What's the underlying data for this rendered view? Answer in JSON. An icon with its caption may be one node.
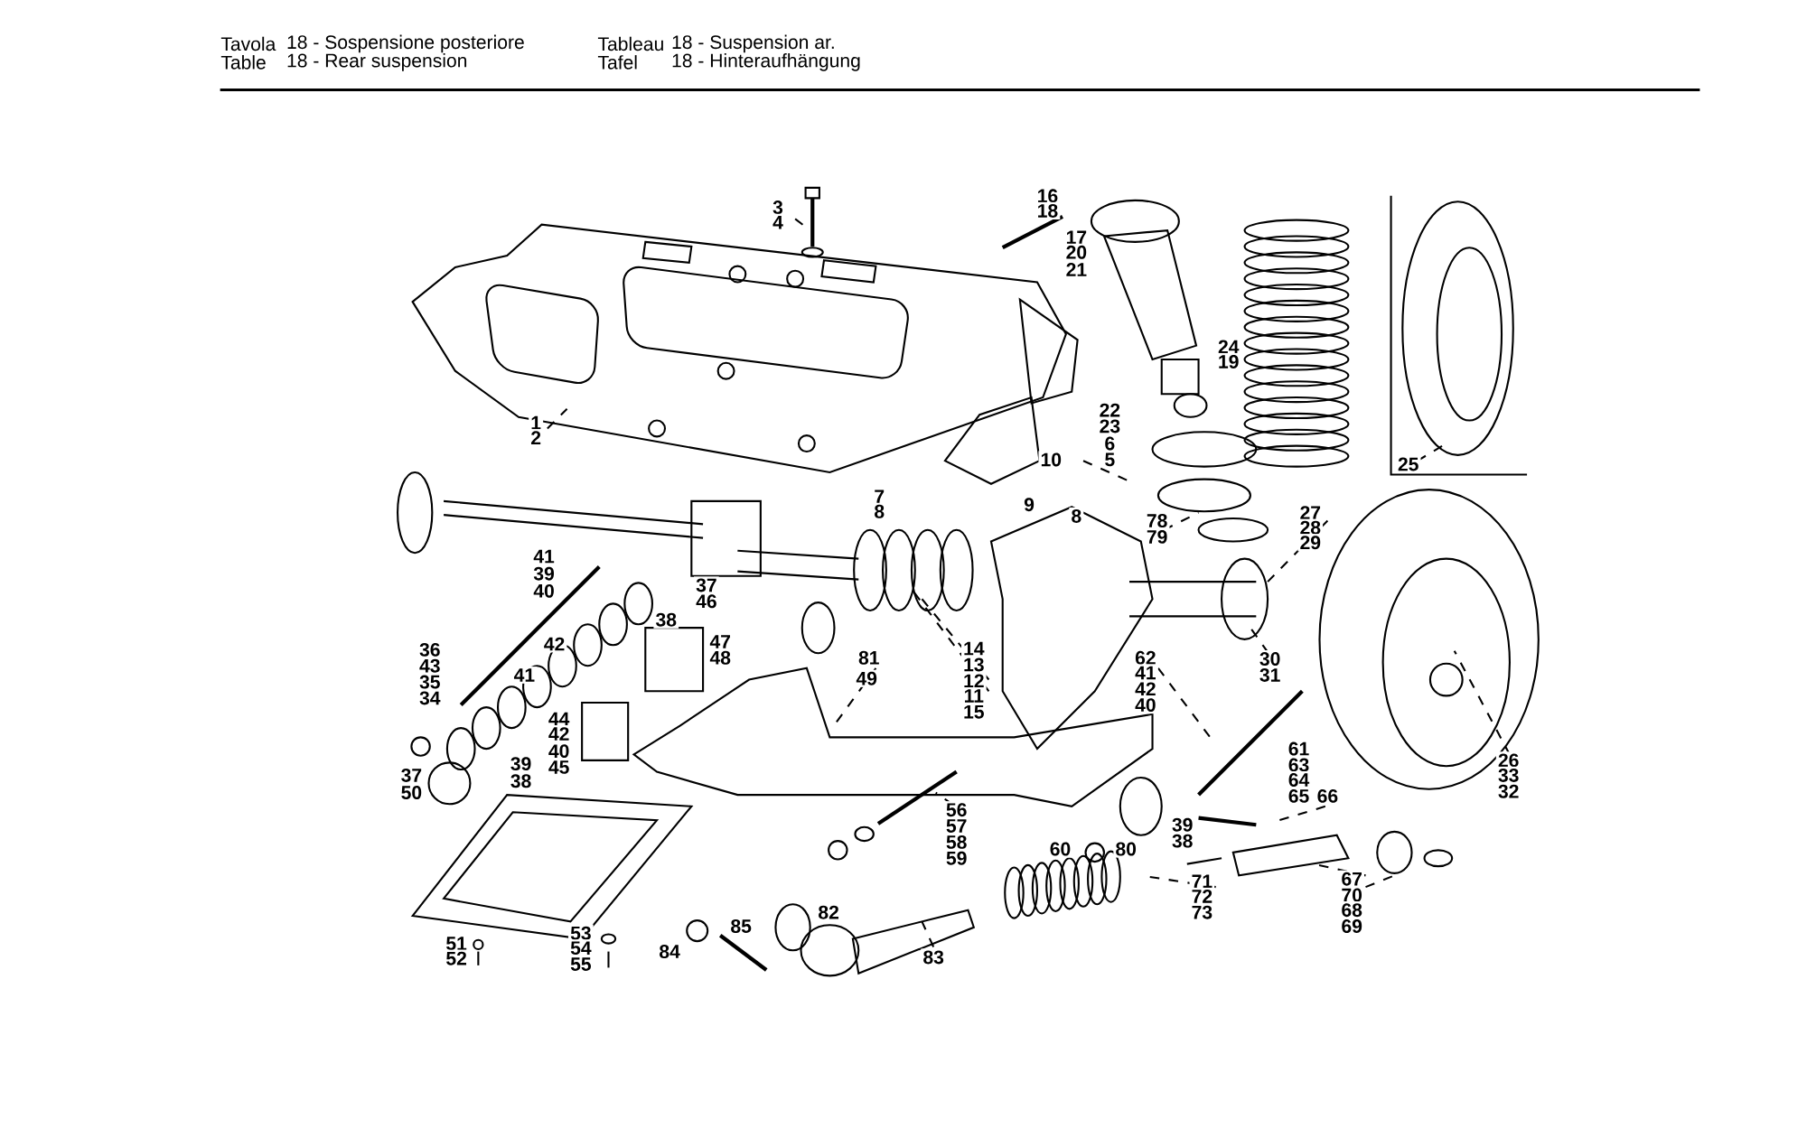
{
  "diagram": {
    "labels": [
      "Tavola",
      "18 - Sospensione posteriore",
      "Tableau",
      "18 - Suspension ar.",
      "Table",
      "18 - Rear suspension",
      "Tafel",
      "18 - Hinteraufhängung",
      "3",
      "4",
      "16",
      "18",
      "17",
      "20",
      "21",
      "24",
      "19",
      "1",
      "2",
      "22",
      "23",
      "6",
      "10",
      "5",
      "25",
      "7",
      "8",
      "9",
      "8",
      "78",
      "79",
      "27",
      "28",
      "29",
      "41",
      "39",
      "40",
      "37",
      "46",
      "38",
      "47",
      "48",
      "42",
      "41",
      "36",
      "43",
      "35",
      "34",
      "81",
      "49",
      "14",
      "13",
      "12",
      "11",
      "15",
      "30",
      "31",
      "62",
      "41",
      "42",
      "40",
      "44",
      "42",
      "40",
      "39",
      "45",
      "38",
      "61",
      "63",
      "64",
      "65",
      "66",
      "26",
      "33",
      "32",
      "37",
      "50",
      "56",
      "57",
      "58",
      "59",
      "39",
      "38",
      "60",
      "80",
      "71",
      "72",
      "73",
      "67",
      "70",
      "68",
      "69",
      "82",
      "85",
      "84",
      "83",
      "53",
      "54",
      "55",
      "51",
      "52"
    ]
  }
}
